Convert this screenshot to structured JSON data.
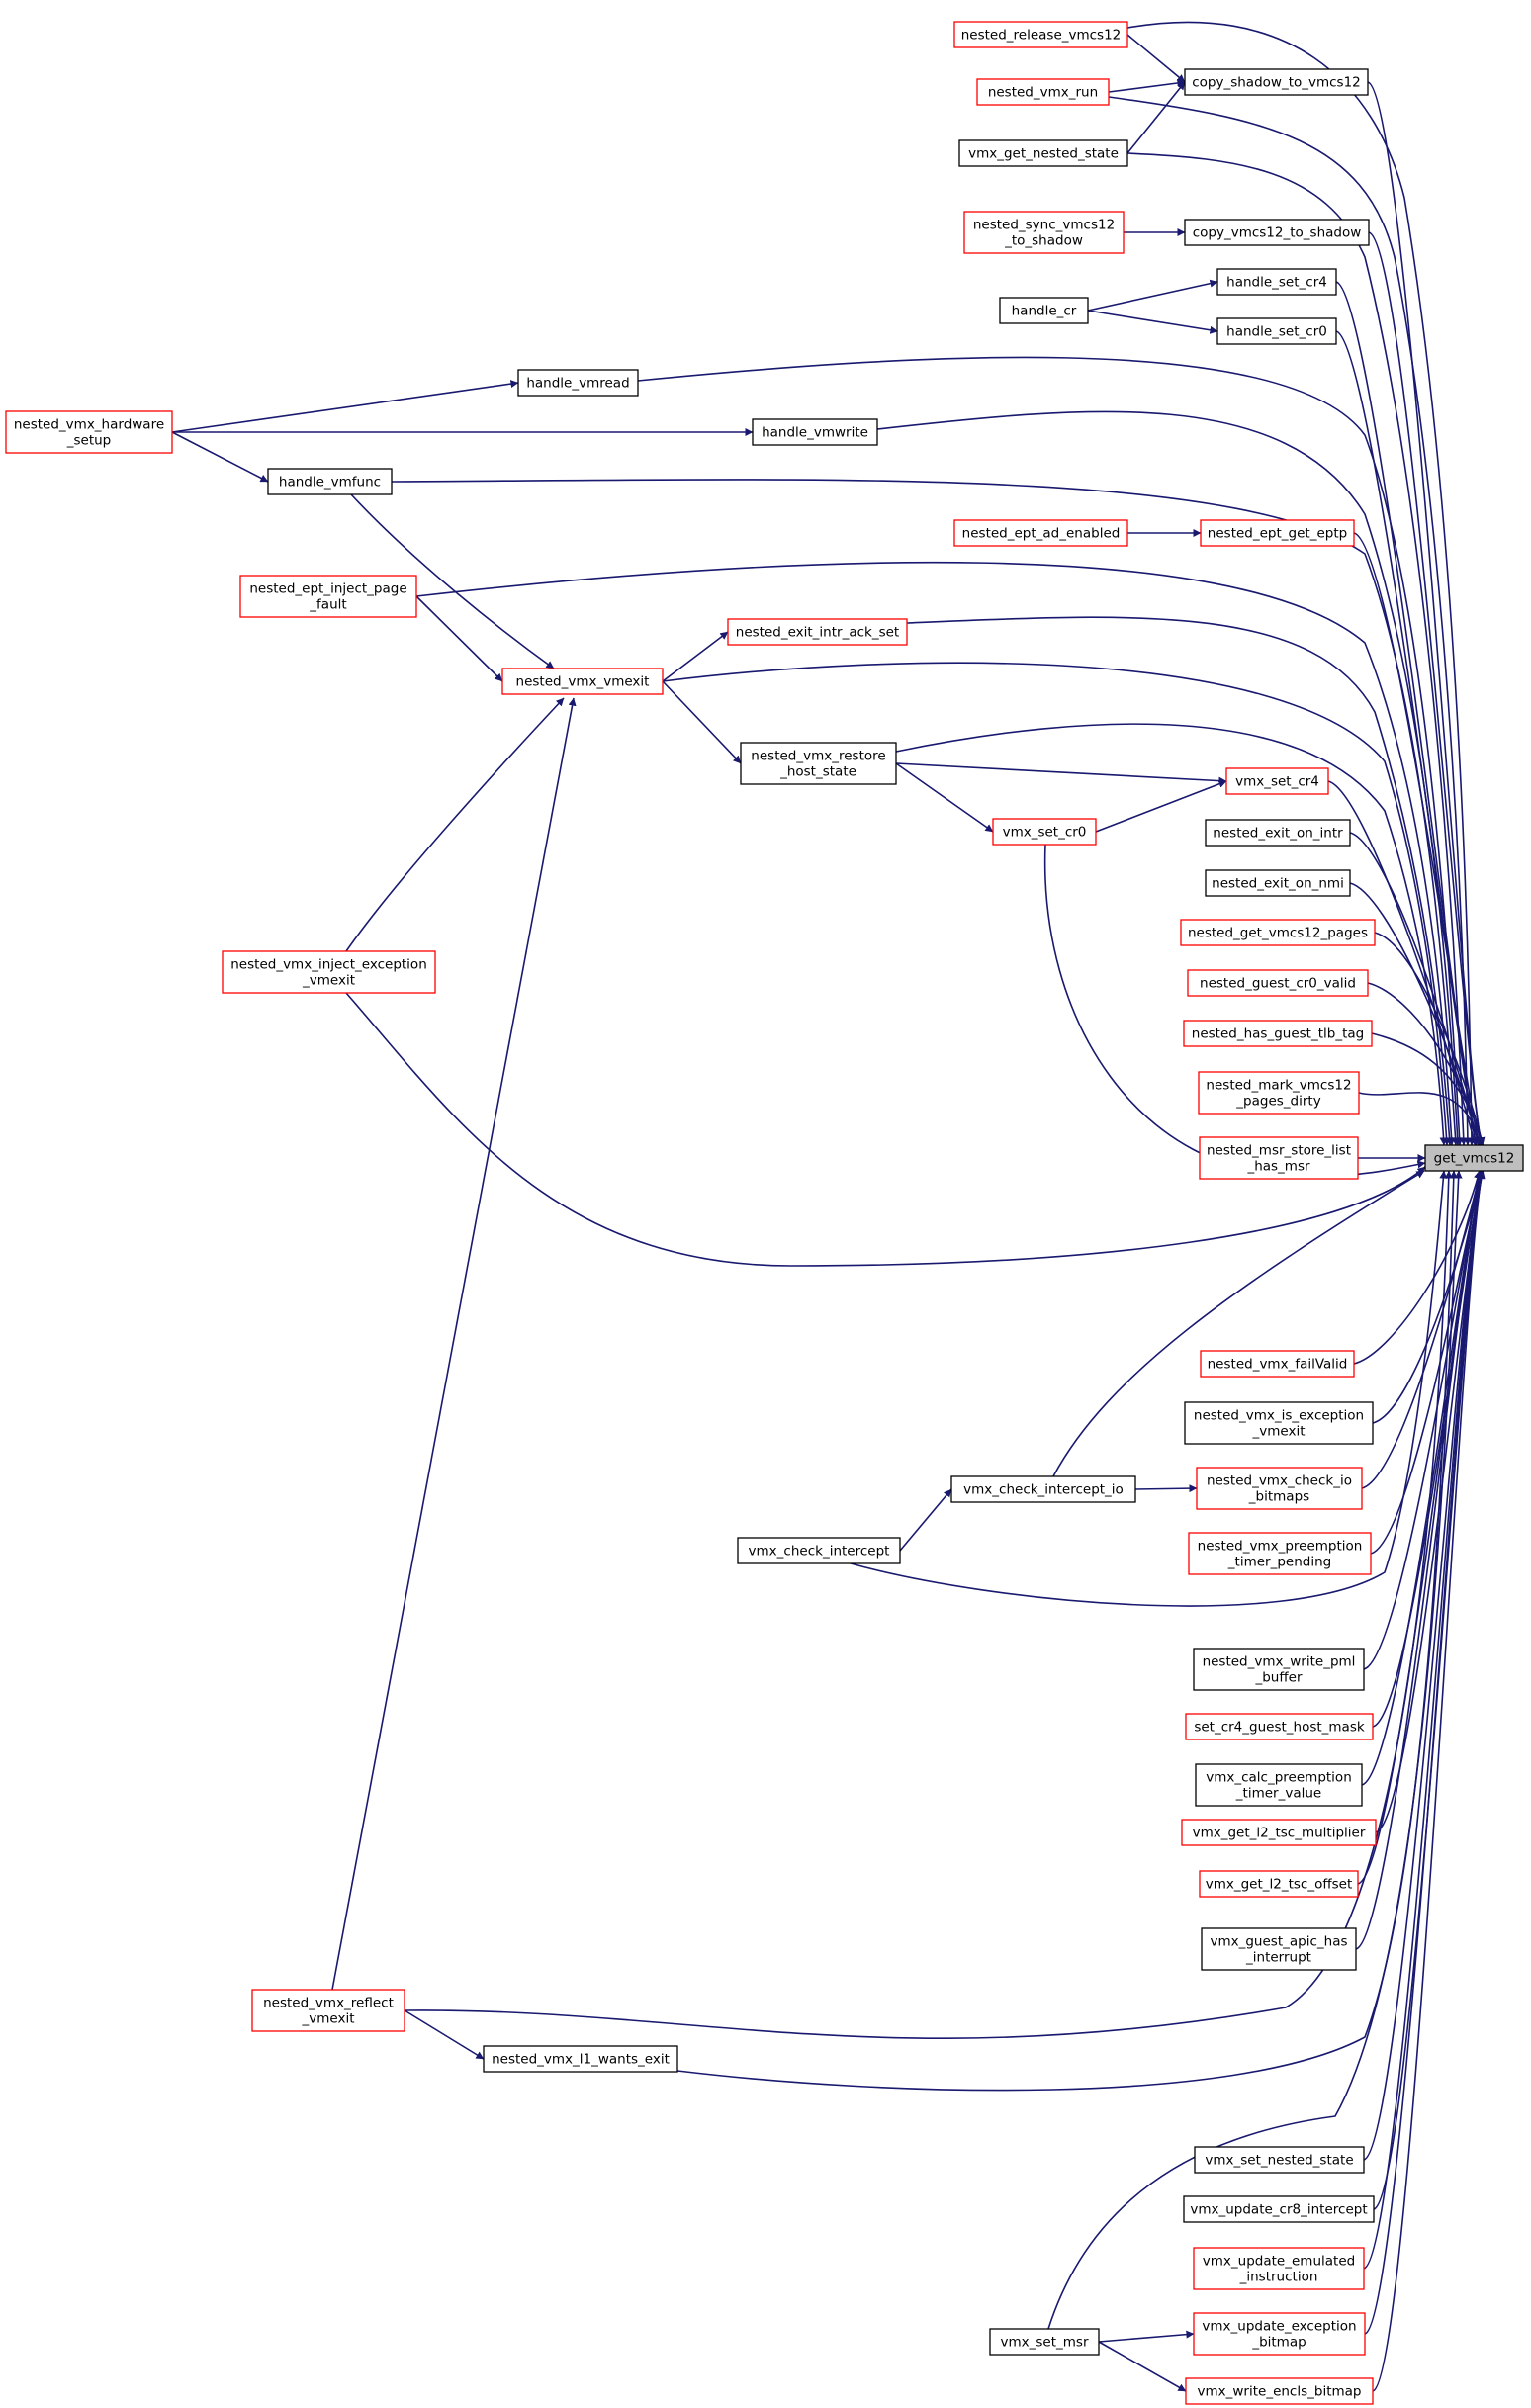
{
  "graph": {
    "title": "get_vmcs12",
    "colors": {
      "edge": "#191970",
      "border_red": "#ff0000",
      "border_black": "#000000",
      "root_fill": "#bfbfbf",
      "node_fill": "#ffffff"
    },
    "nodes": [
      {
        "id": "nested_release_vmcs12",
        "lines": [
          "nested_release_vmcs12"
        ],
        "border": "red"
      },
      {
        "id": "copy_shadow_to_vmcs12",
        "lines": [
          "copy_shadow_to_vmcs12"
        ],
        "border": "black"
      },
      {
        "id": "nested_vmx_run",
        "lines": [
          "nested_vmx_run"
        ],
        "border": "red"
      },
      {
        "id": "vmx_get_nested_state",
        "lines": [
          "vmx_get_nested_state"
        ],
        "border": "black"
      },
      {
        "id": "nested_sync_vmcs12_to_shadow",
        "lines": [
          "nested_sync_vmcs12",
          "_to_shadow"
        ],
        "border": "red"
      },
      {
        "id": "copy_vmcs12_to_shadow",
        "lines": [
          "copy_vmcs12_to_shadow"
        ],
        "border": "black"
      },
      {
        "id": "handle_set_cr4",
        "lines": [
          "handle_set_cr4"
        ],
        "border": "black"
      },
      {
        "id": "handle_cr",
        "lines": [
          "handle_cr"
        ],
        "border": "black"
      },
      {
        "id": "handle_set_cr0",
        "lines": [
          "handle_set_cr0"
        ],
        "border": "black"
      },
      {
        "id": "handle_vmread",
        "lines": [
          "handle_vmread"
        ],
        "border": "black"
      },
      {
        "id": "nested_vmx_hardware_setup",
        "lines": [
          "nested_vmx_hardware",
          "_setup"
        ],
        "border": "red"
      },
      {
        "id": "handle_vmwrite",
        "lines": [
          "handle_vmwrite"
        ],
        "border": "black"
      },
      {
        "id": "handle_vmfunc",
        "lines": [
          "handle_vmfunc"
        ],
        "border": "black"
      },
      {
        "id": "nested_ept_ad_enabled",
        "lines": [
          "nested_ept_ad_enabled"
        ],
        "border": "red"
      },
      {
        "id": "nested_ept_get_eptp",
        "lines": [
          "nested_ept_get_eptp"
        ],
        "border": "red"
      },
      {
        "id": "nested_ept_inject_page_fault",
        "lines": [
          "nested_ept_inject_page",
          "_fault"
        ],
        "border": "red"
      },
      {
        "id": "nested_exit_intr_ack_set",
        "lines": [
          "nested_exit_intr_ack_set"
        ],
        "border": "red"
      },
      {
        "id": "nested_vmx_vmexit",
        "lines": [
          "nested_vmx_vmexit"
        ],
        "border": "red"
      },
      {
        "id": "nested_vmx_restore_host_state",
        "lines": [
          "nested_vmx_restore",
          "_host_state"
        ],
        "border": "black"
      },
      {
        "id": "vmx_set_cr4",
        "lines": [
          "vmx_set_cr4"
        ],
        "border": "red"
      },
      {
        "id": "vmx_set_cr0",
        "lines": [
          "vmx_set_cr0"
        ],
        "border": "red"
      },
      {
        "id": "nested_exit_on_intr",
        "lines": [
          "nested_exit_on_intr"
        ],
        "border": "black"
      },
      {
        "id": "nested_exit_on_nmi",
        "lines": [
          "nested_exit_on_nmi"
        ],
        "border": "black"
      },
      {
        "id": "nested_get_vmcs12_pages",
        "lines": [
          "nested_get_vmcs12_pages"
        ],
        "border": "red"
      },
      {
        "id": "nested_guest_cr0_valid",
        "lines": [
          "nested_guest_cr0_valid"
        ],
        "border": "red"
      },
      {
        "id": "nested_has_guest_tlb_tag",
        "lines": [
          "nested_has_guest_tlb_tag"
        ],
        "border": "red"
      },
      {
        "id": "nested_vmx_inject_exception_vmexit",
        "lines": [
          "nested_vmx_inject_exception",
          "_vmexit"
        ],
        "border": "red"
      },
      {
        "id": "nested_mark_vmcs12_pages_dirty",
        "lines": [
          "nested_mark_vmcs12",
          "_pages_dirty"
        ],
        "border": "red"
      },
      {
        "id": "nested_msr_store_list_has_msr",
        "lines": [
          "nested_msr_store_list",
          "_has_msr"
        ],
        "border": "red"
      },
      {
        "id": "get_vmcs12",
        "lines": [
          "get_vmcs12"
        ],
        "border": "black",
        "root": true
      },
      {
        "id": "nested_vmx_failValid",
        "lines": [
          "nested_vmx_failValid"
        ],
        "border": "red"
      },
      {
        "id": "nested_vmx_is_exception_vmexit",
        "lines": [
          "nested_vmx_is_exception",
          "_vmexit"
        ],
        "border": "black"
      },
      {
        "id": "vmx_check_intercept_io",
        "lines": [
          "vmx_check_intercept_io"
        ],
        "border": "black"
      },
      {
        "id": "nested_vmx_check_io_bitmaps",
        "lines": [
          "nested_vmx_check_io",
          "_bitmaps"
        ],
        "border": "red"
      },
      {
        "id": "vmx_check_intercept",
        "lines": [
          "vmx_check_intercept"
        ],
        "border": "black"
      },
      {
        "id": "nested_vmx_preemption_timer_pending",
        "lines": [
          "nested_vmx_preemption",
          "_timer_pending"
        ],
        "border": "red"
      },
      {
        "id": "nested_vmx_write_pml_buffer",
        "lines": [
          "nested_vmx_write_pml",
          "_buffer"
        ],
        "border": "black"
      },
      {
        "id": "set_cr4_guest_host_mask",
        "lines": [
          "set_cr4_guest_host_mask"
        ],
        "border": "red"
      },
      {
        "id": "vmx_calc_preemption_timer_value",
        "lines": [
          "vmx_calc_preemption",
          "_timer_value"
        ],
        "border": "black"
      },
      {
        "id": "vmx_get_l2_tsc_multiplier",
        "lines": [
          "vmx_get_l2_tsc_multiplier"
        ],
        "border": "red"
      },
      {
        "id": "vmx_get_l2_tsc_offset",
        "lines": [
          "vmx_get_l2_tsc_offset"
        ],
        "border": "red"
      },
      {
        "id": "vmx_guest_apic_has_interrupt",
        "lines": [
          "vmx_guest_apic_has",
          "_interrupt"
        ],
        "border": "black"
      },
      {
        "id": "nested_vmx_reflect_vmexit",
        "lines": [
          "nested_vmx_reflect",
          "_vmexit"
        ],
        "border": "red"
      },
      {
        "id": "nested_vmx_l1_wants_exit",
        "lines": [
          "nested_vmx_l1_wants_exit"
        ],
        "border": "black"
      },
      {
        "id": "vmx_set_nested_state",
        "lines": [
          "vmx_set_nested_state"
        ],
        "border": "black"
      },
      {
        "id": "vmx_update_cr8_intercept",
        "lines": [
          "vmx_update_cr8_intercept"
        ],
        "border": "black"
      },
      {
        "id": "vmx_update_emulated_instruction",
        "lines": [
          "vmx_update_emulated",
          "_instruction"
        ],
        "border": "red"
      },
      {
        "id": "vmx_set_msr",
        "lines": [
          "vmx_set_msr"
        ],
        "border": "black"
      },
      {
        "id": "vmx_update_exception_bitmap",
        "lines": [
          "vmx_update_exception",
          "_bitmap"
        ],
        "border": "red"
      },
      {
        "id": "vmx_write_encls_bitmap",
        "lines": [
          "vmx_write_encls_bitmap"
        ],
        "border": "red"
      }
    ],
    "edges": [
      {
        "from": "nested_release_vmcs12",
        "to": "copy_shadow_to_vmcs12"
      },
      {
        "from": "nested_vmx_run",
        "to": "copy_shadow_to_vmcs12"
      },
      {
        "from": "vmx_get_nested_state",
        "to": "copy_shadow_to_vmcs12"
      },
      {
        "from": "nested_sync_vmcs12_to_shadow",
        "to": "copy_vmcs12_to_shadow"
      },
      {
        "from": "handle_cr",
        "to": "handle_set_cr4"
      },
      {
        "from": "handle_cr",
        "to": "handle_set_cr0"
      },
      {
        "from": "nested_vmx_hardware_setup",
        "to": "handle_vmread"
      },
      {
        "from": "nested_vmx_hardware_setup",
        "to": "handle_vmwrite"
      },
      {
        "from": "nested_vmx_hardware_setup",
        "to": "handle_vmfunc"
      },
      {
        "from": "nested_ept_ad_enabled",
        "to": "nested_ept_get_eptp"
      },
      {
        "from": "nested_vmx_vmexit",
        "to": "nested_exit_intr_ack_set"
      },
      {
        "from": "handle_vmfunc",
        "to": "nested_vmx_vmexit"
      },
      {
        "from": "nested_ept_inject_page_fault",
        "to": "nested_vmx_vmexit"
      },
      {
        "from": "nested_vmx_inject_exception_vmexit",
        "to": "nested_vmx_vmexit"
      },
      {
        "from": "nested_vmx_reflect_vmexit",
        "to": "nested_vmx_vmexit"
      },
      {
        "from": "nested_vmx_vmexit",
        "to": "nested_vmx_restore_host_state"
      },
      {
        "from": "nested_vmx_restore_host_state",
        "to": "vmx_set_cr4"
      },
      {
        "from": "nested_vmx_restore_host_state",
        "to": "vmx_set_cr0"
      },
      {
        "from": "vmx_set_cr0",
        "to": "vmx_set_cr4"
      },
      {
        "from": "vmx_check_intercept_io",
        "to": "nested_vmx_check_io_bitmaps"
      },
      {
        "from": "vmx_check_intercept",
        "to": "vmx_check_intercept_io"
      },
      {
        "from": "nested_vmx_reflect_vmexit",
        "to": "nested_vmx_l1_wants_exit"
      },
      {
        "from": "vmx_set_msr",
        "to": "vmx_update_exception_bitmap"
      },
      {
        "from": "vmx_set_msr",
        "to": "vmx_write_encls_bitmap"
      },
      {
        "from": "nested_release_vmcs12",
        "to": "get_vmcs12"
      },
      {
        "from": "copy_shadow_to_vmcs12",
        "to": "get_vmcs12"
      },
      {
        "from": "nested_vmx_run",
        "to": "get_vmcs12"
      },
      {
        "from": "vmx_get_nested_state",
        "to": "get_vmcs12"
      },
      {
        "from": "copy_vmcs12_to_shadow",
        "to": "get_vmcs12"
      },
      {
        "from": "handle_set_cr4",
        "to": "get_vmcs12"
      },
      {
        "from": "handle_set_cr0",
        "to": "get_vmcs12"
      },
      {
        "from": "handle_vmread",
        "to": "get_vmcs12"
      },
      {
        "from": "handle_vmwrite",
        "to": "get_vmcs12"
      },
      {
        "from": "handle_vmfunc",
        "to": "get_vmcs12"
      },
      {
        "from": "nested_ept_get_eptp",
        "to": "get_vmcs12"
      },
      {
        "from": "nested_ept_inject_page_fault",
        "to": "get_vmcs12"
      },
      {
        "from": "nested_exit_intr_ack_set",
        "to": "get_vmcs12"
      },
      {
        "from": "nested_vmx_vmexit",
        "to": "get_vmcs12"
      },
      {
        "from": "nested_vmx_restore_host_state",
        "to": "get_vmcs12"
      },
      {
        "from": "vmx_set_cr4",
        "to": "get_vmcs12"
      },
      {
        "from": "vmx_set_cr0",
        "to": "get_vmcs12"
      },
      {
        "from": "nested_exit_on_intr",
        "to": "get_vmcs12"
      },
      {
        "from": "nested_exit_on_nmi",
        "to": "get_vmcs12"
      },
      {
        "from": "nested_get_vmcs12_pages",
        "to": "get_vmcs12"
      },
      {
        "from": "nested_guest_cr0_valid",
        "to": "get_vmcs12"
      },
      {
        "from": "nested_has_guest_tlb_tag",
        "to": "get_vmcs12"
      },
      {
        "from": "nested_mark_vmcs12_pages_dirty",
        "to": "get_vmcs12"
      },
      {
        "from": "nested_msr_store_list_has_msr",
        "to": "get_vmcs12"
      },
      {
        "from": "nested_vmx_inject_exception_vmexit",
        "to": "get_vmcs12"
      },
      {
        "from": "vmx_check_intercept_io",
        "to": "get_vmcs12"
      },
      {
        "from": "nested_vmx_failValid",
        "to": "get_vmcs12"
      },
      {
        "from": "nested_vmx_is_exception_vmexit",
        "to": "get_vmcs12"
      },
      {
        "from": "nested_vmx_check_io_bitmaps",
        "to": "get_vmcs12"
      },
      {
        "from": "vmx_check_intercept",
        "to": "get_vmcs12"
      },
      {
        "from": "nested_vmx_preemption_timer_pending",
        "to": "get_vmcs12"
      },
      {
        "from": "nested_vmx_write_pml_buffer",
        "to": "get_vmcs12"
      },
      {
        "from": "set_cr4_guest_host_mask",
        "to": "get_vmcs12"
      },
      {
        "from": "vmx_calc_preemption_timer_value",
        "to": "get_vmcs12"
      },
      {
        "from": "vmx_get_l2_tsc_multiplier",
        "to": "get_vmcs12"
      },
      {
        "from": "vmx_get_l2_tsc_offset",
        "to": "get_vmcs12"
      },
      {
        "from": "vmx_guest_apic_has_interrupt",
        "to": "get_vmcs12"
      },
      {
        "from": "nested_vmx_reflect_vmexit",
        "to": "get_vmcs12"
      },
      {
        "from": "nested_vmx_l1_wants_exit",
        "to": "get_vmcs12"
      },
      {
        "from": "vmx_set_msr",
        "to": "get_vmcs12"
      },
      {
        "from": "vmx_set_nested_state",
        "to": "get_vmcs12"
      },
      {
        "from": "vmx_update_cr8_intercept",
        "to": "get_vmcs12"
      },
      {
        "from": "vmx_update_emulated_instruction",
        "to": "get_vmcs12"
      },
      {
        "from": "vmx_update_exception_bitmap",
        "to": "get_vmcs12"
      },
      {
        "from": "vmx_write_encls_bitmap",
        "to": "get_vmcs12"
      }
    ]
  }
}
